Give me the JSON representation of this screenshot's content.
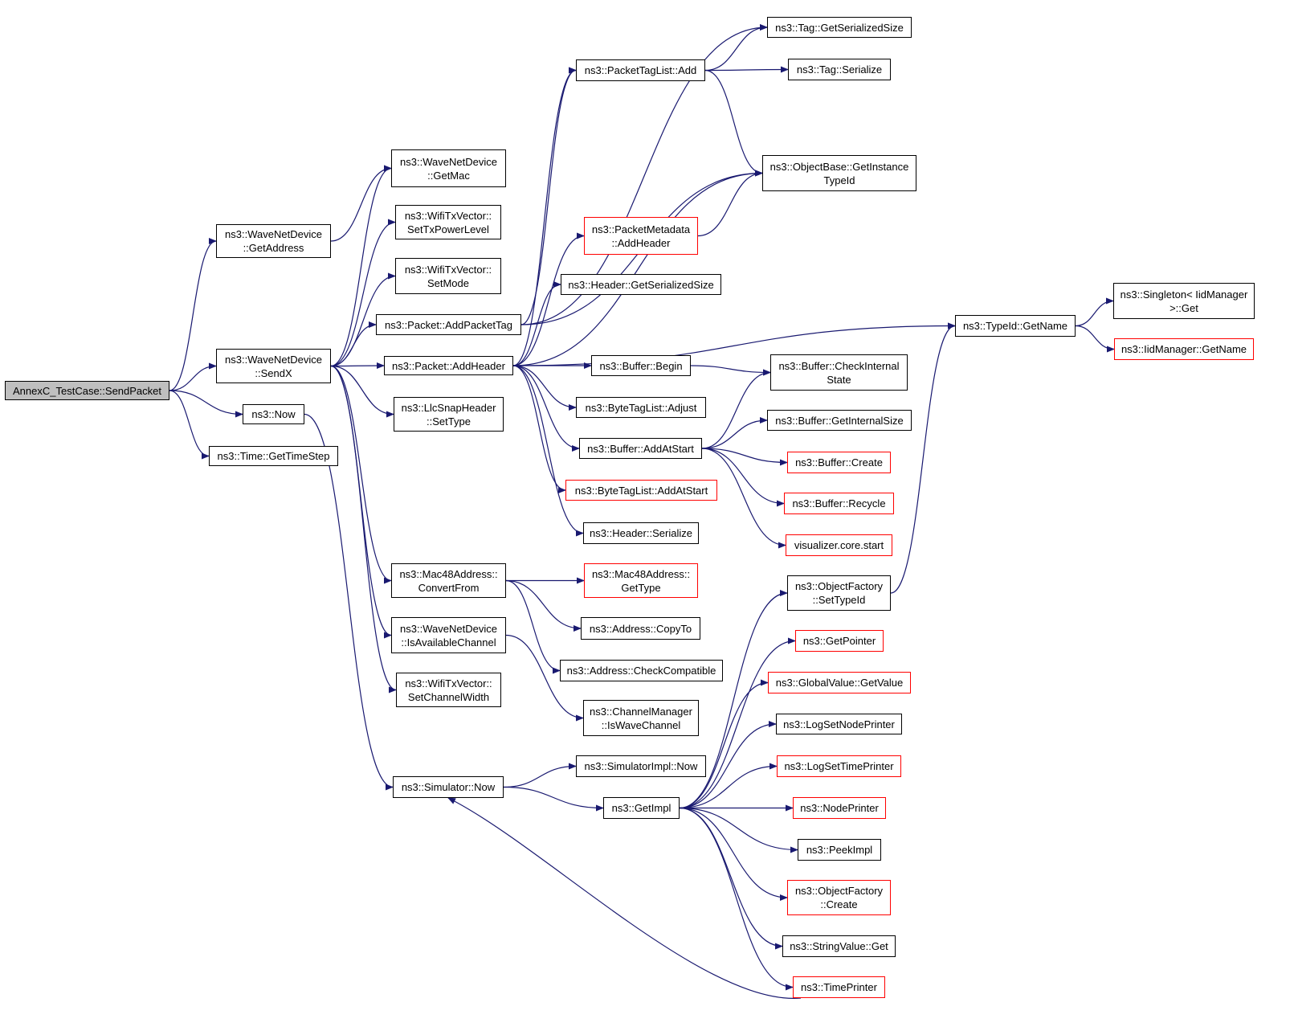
{
  "nodes": [
    {
      "id": "root",
      "label": "AnnexC_TestCase::SendPacket",
      "border": "black",
      "fill": "#bfbfbf"
    },
    {
      "id": "getaddress",
      "label": "ns3::WaveNetDevice\n::GetAddress",
      "border": "black"
    },
    {
      "id": "sendx",
      "label": "ns3::WaveNetDevice\n::SendX",
      "border": "black"
    },
    {
      "id": "now",
      "label": "ns3::Now",
      "border": "black"
    },
    {
      "id": "gettimestep",
      "label": "ns3::Time::GetTimeStep",
      "border": "black"
    },
    {
      "id": "getmac",
      "label": "ns3::WaveNetDevice\n::GetMac",
      "border": "black"
    },
    {
      "id": "settxpower",
      "label": "ns3::WifiTxVector::\nSetTxPowerLevel",
      "border": "black"
    },
    {
      "id": "setmode",
      "label": "ns3::WifiTxVector::\nSetMode",
      "border": "black"
    },
    {
      "id": "addpackettag",
      "label": "ns3::Packet::AddPacketTag",
      "border": "black"
    },
    {
      "id": "addheader",
      "label": "ns3::Packet::AddHeader",
      "border": "black"
    },
    {
      "id": "llcsettype",
      "label": "ns3::LlcSnapHeader\n::SetType",
      "border": "black"
    },
    {
      "id": "convertfrom",
      "label": "ns3::Mac48Address::\nConvertFrom",
      "border": "black"
    },
    {
      "id": "isavailchan",
      "label": "ns3::WaveNetDevice\n::IsAvailableChannel",
      "border": "black"
    },
    {
      "id": "setchanwidth",
      "label": "ns3::WifiTxVector::\nSetChannelWidth",
      "border": "black"
    },
    {
      "id": "simnow",
      "label": "ns3::Simulator::Now",
      "border": "black"
    },
    {
      "id": "ptladd",
      "label": "ns3::PacketTagList::Add",
      "border": "black"
    },
    {
      "id": "pmaddheader",
      "label": "ns3::PacketMetadata\n::AddHeader",
      "border": "red"
    },
    {
      "id": "hdrgetsersize",
      "label": "ns3::Header::GetSerializedSize",
      "border": "black"
    },
    {
      "id": "bufbegin",
      "label": "ns3::Buffer::Begin",
      "border": "black"
    },
    {
      "id": "btladjust",
      "label": "ns3::ByteTagList::Adjust",
      "border": "black"
    },
    {
      "id": "bufaddatstart",
      "label": "ns3::Buffer::AddAtStart",
      "border": "black"
    },
    {
      "id": "btladdatstart",
      "label": "ns3::ByteTagList::AddAtStart",
      "border": "red"
    },
    {
      "id": "hdrserialize",
      "label": "ns3::Header::Serialize",
      "border": "black"
    },
    {
      "id": "macgettype",
      "label": "ns3::Mac48Address::\nGetType",
      "border": "red"
    },
    {
      "id": "addrcopyto",
      "label": "ns3::Address::CopyTo",
      "border": "black"
    },
    {
      "id": "addrcheckcompat",
      "label": "ns3::Address::CheckCompatible",
      "border": "black"
    },
    {
      "id": "iswavechan",
      "label": "ns3::ChannelManager\n::IsWaveChannel",
      "border": "black"
    },
    {
      "id": "simimplnow",
      "label": "ns3::SimulatorImpl::Now",
      "border": "black"
    },
    {
      "id": "getimpl",
      "label": "ns3::GetImpl",
      "border": "black"
    },
    {
      "id": "taggetsersize",
      "label": "ns3::Tag::GetSerializedSize",
      "border": "black"
    },
    {
      "id": "tagserialize",
      "label": "ns3::Tag::Serialize",
      "border": "black"
    },
    {
      "id": "objbasegetinst",
      "label": "ns3::ObjectBase::GetInstance\nTypeId",
      "border": "black"
    },
    {
      "id": "typeidgetname",
      "label": "ns3::TypeId::GetName",
      "border": "black"
    },
    {
      "id": "bufcheckint",
      "label": "ns3::Buffer::CheckInternal\nState",
      "border": "black"
    },
    {
      "id": "bufgetintsize",
      "label": "ns3::Buffer::GetInternalSize",
      "border": "black"
    },
    {
      "id": "bufcreate",
      "label": "ns3::Buffer::Create",
      "border": "red"
    },
    {
      "id": "bufrecycle",
      "label": "ns3::Buffer::Recycle",
      "border": "red"
    },
    {
      "id": "vizstart",
      "label": "visualizer.core.start",
      "border": "red"
    },
    {
      "id": "ofsettypeid",
      "label": "ns3::ObjectFactory\n::SetTypeId",
      "border": "black"
    },
    {
      "id": "getpointer",
      "label": "ns3::GetPointer",
      "border": "red"
    },
    {
      "id": "gvgetvalue",
      "label": "ns3::GlobalValue::GetValue",
      "border": "red"
    },
    {
      "id": "lognodeprinter",
      "label": "ns3::LogSetNodePrinter",
      "border": "black"
    },
    {
      "id": "logtimeprinter",
      "label": "ns3::LogSetTimePrinter",
      "border": "red"
    },
    {
      "id": "nodeprinter",
      "label": "ns3::NodePrinter",
      "border": "red"
    },
    {
      "id": "peekimpl",
      "label": "ns3::PeekImpl",
      "border": "black"
    },
    {
      "id": "ofcreate",
      "label": "ns3::ObjectFactory\n::Create",
      "border": "red"
    },
    {
      "id": "strvalget",
      "label": "ns3::StringValue::Get",
      "border": "black"
    },
    {
      "id": "timeprinter",
      "label": "ns3::TimePrinter",
      "border": "red"
    },
    {
      "id": "singletonget",
      "label": "ns3::Singleton< IidManager\n>::Get",
      "border": "black"
    },
    {
      "id": "iidgetname",
      "label": "ns3::IidManager::GetName",
      "border": "red"
    }
  ],
  "edges": [
    [
      "root",
      "getaddress"
    ],
    [
      "root",
      "sendx"
    ],
    [
      "root",
      "now"
    ],
    [
      "root",
      "gettimestep"
    ],
    [
      "getaddress",
      "getmac"
    ],
    [
      "sendx",
      "getmac"
    ],
    [
      "sendx",
      "settxpower"
    ],
    [
      "sendx",
      "setmode"
    ],
    [
      "sendx",
      "addpackettag"
    ],
    [
      "sendx",
      "addheader"
    ],
    [
      "sendx",
      "llcsettype"
    ],
    [
      "sendx",
      "convertfrom"
    ],
    [
      "sendx",
      "isavailchan"
    ],
    [
      "sendx",
      "setchanwidth"
    ],
    [
      "now",
      "simnow"
    ],
    [
      "addpackettag",
      "ptladd"
    ],
    [
      "addpackettag",
      "taggetsersize"
    ],
    [
      "addpackettag",
      "objbasegetinst"
    ],
    [
      "addheader",
      "ptladd"
    ],
    [
      "addheader",
      "objbasegetinst"
    ],
    [
      "addheader",
      "pmaddheader"
    ],
    [
      "addheader",
      "hdrgetsersize"
    ],
    [
      "addheader",
      "typeidgetname"
    ],
    [
      "addheader",
      "bufbegin"
    ],
    [
      "addheader",
      "btladjust"
    ],
    [
      "addheader",
      "bufaddatstart"
    ],
    [
      "addheader",
      "btladdatstart"
    ],
    [
      "addheader",
      "hdrserialize"
    ],
    [
      "ptladd",
      "taggetsersize"
    ],
    [
      "ptladd",
      "tagserialize"
    ],
    [
      "ptladd",
      "objbasegetinst"
    ],
    [
      "pmaddheader",
      "objbasegetinst"
    ],
    [
      "bufbegin",
      "bufcheckint"
    ],
    [
      "bufaddatstart",
      "bufcheckint"
    ],
    [
      "bufaddatstart",
      "bufgetintsize"
    ],
    [
      "bufaddatstart",
      "bufcreate"
    ],
    [
      "bufaddatstart",
      "bufrecycle"
    ],
    [
      "bufaddatstart",
      "vizstart"
    ],
    [
      "convertfrom",
      "macgettype"
    ],
    [
      "convertfrom",
      "addrcopyto"
    ],
    [
      "convertfrom",
      "addrcheckcompat"
    ],
    [
      "isavailchan",
      "iswavechan"
    ],
    [
      "simnow",
      "simimplnow"
    ],
    [
      "simnow",
      "getimpl"
    ],
    [
      "getimpl",
      "ofsettypeid"
    ],
    [
      "getimpl",
      "getpointer"
    ],
    [
      "getimpl",
      "gvgetvalue"
    ],
    [
      "getimpl",
      "lognodeprinter"
    ],
    [
      "getimpl",
      "logtimeprinter"
    ],
    [
      "getimpl",
      "nodeprinter"
    ],
    [
      "getimpl",
      "peekimpl"
    ],
    [
      "getimpl",
      "ofcreate"
    ],
    [
      "getimpl",
      "strvalget"
    ],
    [
      "getimpl",
      "timeprinter"
    ],
    [
      "timeprinter",
      "simnow"
    ],
    [
      "ofsettypeid",
      "typeidgetname"
    ],
    [
      "typeidgetname",
      "singletonget"
    ],
    [
      "typeidgetname",
      "iidgetname"
    ]
  ],
  "colors": {
    "edge": "#191970",
    "red_border": "#ff0000",
    "black_border": "#000000"
  }
}
